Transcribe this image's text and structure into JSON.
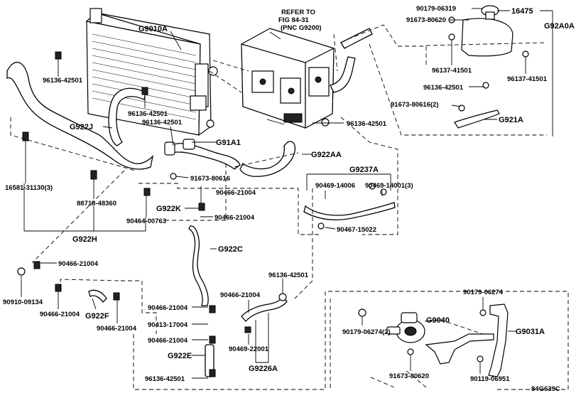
{
  "diagram_id": "84G639C",
  "refer_note": [
    "REFER TO",
    "FIG 84-31",
    "(PNC G9200)"
  ],
  "labels": {
    "g9010a": "G9010A",
    "l_96136_42501_a": "96136-42501",
    "l_96136_42501_b": "96136-42501",
    "l_96136_42501_c": "96136-42501",
    "l_96136_42501_d": "96136-42501",
    "l_96136_42501_e": "96136-42501",
    "l_96136_42501_f": "96136-42501",
    "l_96136_42501_g": "96136-42501",
    "g922j": "G922J",
    "g91a1": "G91A1",
    "l_91673_80616": "91673-80616",
    "g922aa": "G922AA",
    "l_16581_31130": "16581-31130(3)",
    "l_88718_48360": "88718-48360",
    "l_90466_21004_a": "90466-21004",
    "l_90466_21004_b": "90466-21004",
    "l_90466_21004_c": "90466-21004",
    "l_90466_21004_d": "90466-21004",
    "l_90466_21004_e": "90466-21004",
    "l_90466_21004_f": "90466-21004",
    "l_90466_21004_g": "90466-21004",
    "l_90466_21004_h": "90466-21004",
    "g922k": "G922K",
    "l_90464_00763": "90464-00763",
    "g922h": "G922H",
    "g922c": "G922C",
    "l_90910_09134": "90910-09134",
    "g922f": "G922F",
    "l_90413_17004": "90413-17004",
    "g922e": "G922E",
    "l_90469_22001": "90469-22001",
    "g9226a": "G9226A",
    "g9237a": "G9237A",
    "l_90469_14006": "90469-14006",
    "l_90469_14001": "90469-14001(3)",
    "l_90467_15022": "90467-15022",
    "l_90179_06319": "90179-06319",
    "l_16475": "16475",
    "l_91673_80620_a": "91673-80620",
    "g92a0a": "G92A0A",
    "l_96137_41501_a": "96137-41501",
    "l_96137_41501_b": "96137-41501",
    "l_91673_80616_2": "91673-80616(2)",
    "g921a": "G921A",
    "l_90179_06274": "90179-06274",
    "g9040": "G9040",
    "l_90179_06274_2": "90179-06274(2)",
    "g9031a": "G9031A",
    "l_91673_80620_b": "91673-80620",
    "l_90119_06951": "90119-06951"
  }
}
